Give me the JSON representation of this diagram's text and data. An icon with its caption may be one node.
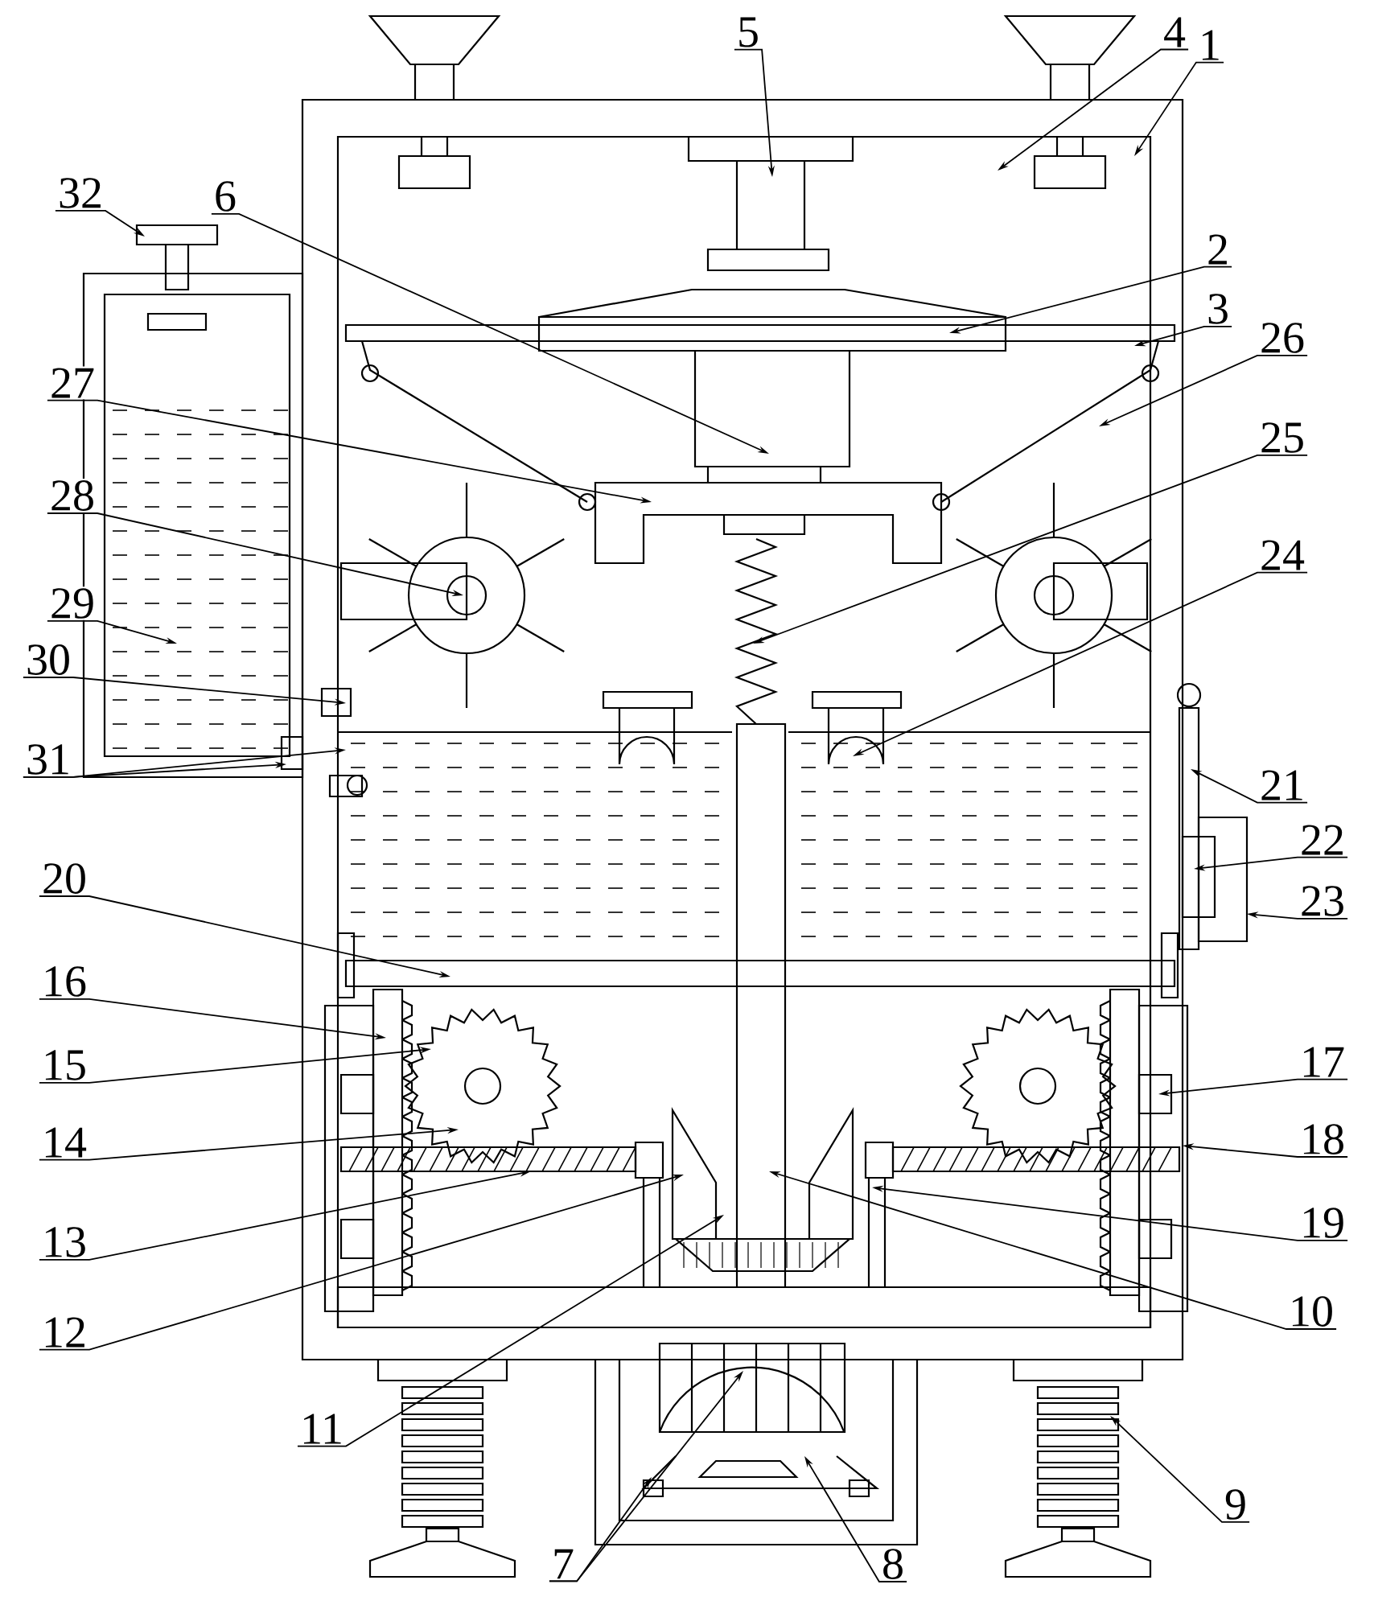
{
  "diagram": {
    "nodes": [
      {
        "text": [
          "1"
        ]
      },
      {
        "text": [
          "2"
        ]
      },
      {
        "text": [
          "3"
        ]
      },
      {
        "text": [
          "4"
        ]
      },
      {
        "text": [
          "5"
        ]
      },
      {
        "text": [
          "6"
        ]
      },
      {
        "text": [
          "7"
        ]
      },
      {
        "text": [
          "8"
        ]
      },
      {
        "text": [
          "9"
        ]
      },
      {
        "text": [
          "10"
        ]
      },
      {
        "text": [
          "11"
        ]
      },
      {
        "text": [
          "12"
        ]
      },
      {
        "text": [
          "13"
        ]
      },
      {
        "text": [
          "14"
        ]
      },
      {
        "text": [
          "15"
        ]
      },
      {
        "text": [
          "16"
        ]
      },
      {
        "text": [
          "17"
        ]
      },
      {
        "text": [
          "18"
        ]
      },
      {
        "text": [
          "19"
        ]
      },
      {
        "text": [
          "20"
        ]
      },
      {
        "text": [
          "21"
        ]
      },
      {
        "text": [
          "22"
        ]
      },
      {
        "text": [
          "23"
        ]
      },
      {
        "text": [
          "24"
        ]
      },
      {
        "text": [
          "25"
        ]
      },
      {
        "text": [
          "26"
        ]
      },
      {
        "text": [
          "27"
        ]
      },
      {
        "text": [
          "28"
        ]
      },
      {
        "text": [
          "29"
        ]
      },
      {
        "text": [
          "30"
        ]
      },
      {
        "text": [
          "31"
        ]
      },
      {
        "text": [
          "32"
        ]
      }
    ],
    "edges": [
      {
        "from": 0,
        "to": null,
        "arrow": "to"
      },
      {
        "from": 1,
        "to": null,
        "arrow": "to"
      },
      {
        "from": 2,
        "to": null,
        "arrow": "to"
      },
      {
        "from": 3,
        "to": null,
        "arrow": "to"
      },
      {
        "from": 4,
        "to": null,
        "arrow": "to"
      },
      {
        "from": 5,
        "to": null,
        "arrow": "to"
      },
      {
        "from": 6,
        "to": null,
        "arrow": "to"
      },
      {
        "from": 6,
        "to": null,
        "arrow": "to"
      },
      {
        "from": 7,
        "to": null,
        "arrow": "to"
      },
      {
        "from": 8,
        "to": null,
        "arrow": "to"
      },
      {
        "from": 9,
        "to": null,
        "arrow": "to"
      },
      {
        "from": 10,
        "to": null,
        "arrow": "to"
      },
      {
        "from": 11,
        "to": null,
        "arrow": "to"
      },
      {
        "from": 12,
        "to": null,
        "arrow": "to"
      },
      {
        "from": 13,
        "to": null,
        "arrow": "to"
      },
      {
        "from": 14,
        "to": null,
        "arrow": "to"
      },
      {
        "from": 15,
        "to": null,
        "arrow": "to"
      },
      {
        "from": 16,
        "to": null,
        "arrow": "to"
      },
      {
        "from": 17,
        "to": null,
        "arrow": "to"
      },
      {
        "from": 18,
        "to": null,
        "arrow": "to"
      },
      {
        "from": 19,
        "to": null,
        "arrow": "to"
      },
      {
        "from": 20,
        "to": null,
        "arrow": "to"
      },
      {
        "from": 21,
        "to": null,
        "arrow": "to"
      },
      {
        "from": 22,
        "to": null,
        "arrow": "to"
      },
      {
        "from": 23,
        "to": null,
        "arrow": "to"
      },
      {
        "from": 24,
        "to": null,
        "arrow": "to"
      },
      {
        "from": 25,
        "to": null,
        "arrow": "to"
      },
      {
        "from": 26,
        "to": null,
        "arrow": "to"
      },
      {
        "from": 27,
        "to": null,
        "arrow": "to"
      },
      {
        "from": 28,
        "to": null,
        "arrow": "to"
      },
      {
        "from": 29,
        "to": null,
        "arrow": "to"
      },
      {
        "from": 30,
        "to": null,
        "arrow": "to"
      },
      {
        "from": 30,
        "to": null,
        "arrow": "to"
      },
      {
        "from": 31,
        "to": null,
        "arrow": "to"
      }
    ]
  }
}
